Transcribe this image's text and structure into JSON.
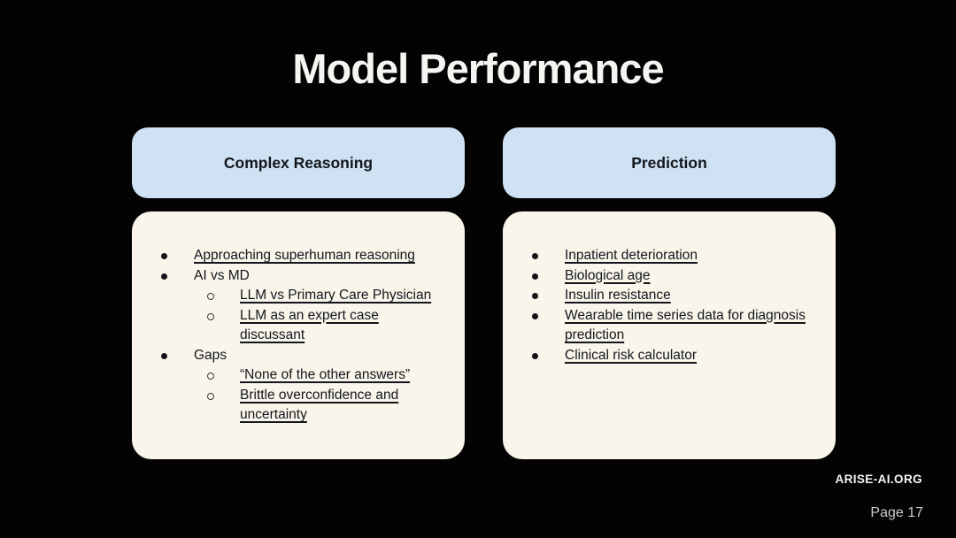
{
  "title": "Model Performance",
  "colors": {
    "background": "#030303",
    "header_bg": "#cfe2f3",
    "card_bg": "#f9f5ea",
    "text_dark": "#13161c",
    "title_color": "#f6f5f2",
    "page_color": "#c9c9c9"
  },
  "columns": [
    {
      "header": "Complex Reasoning",
      "items": [
        {
          "text": "Approaching superhuman reasoning",
          "level": 1,
          "underline": true
        },
        {
          "text": "AI vs MD",
          "level": 1,
          "underline": false
        },
        {
          "text": "LLM vs Primary Care Physician",
          "level": 2,
          "underline": true
        },
        {
          "text": "LLM as an expert case discussant",
          "level": 2,
          "underline": true
        },
        {
          "text": "Gaps",
          "level": 1,
          "underline": false
        },
        {
          "text": "“None of the other answers”",
          "level": 2,
          "underline": true
        },
        {
          "text": "Brittle overconfidence and uncertainty",
          "level": 2,
          "underline": true
        }
      ]
    },
    {
      "header": "Prediction",
      "items": [
        {
          "text": "Inpatient deterioration",
          "level": 1,
          "underline": true
        },
        {
          "text": "Biological age",
          "level": 1,
          "underline": true
        },
        {
          "text": "Insulin resistance",
          "level": 1,
          "underline": true
        },
        {
          "text": "Wearable time series data for diagnosis prediction",
          "level": 1,
          "underline": true
        },
        {
          "text": "Clinical risk calculator",
          "level": 1,
          "underline": true
        }
      ]
    }
  ],
  "footer": {
    "site": "ARISE-AI.ORG",
    "page": "Page 17"
  }
}
